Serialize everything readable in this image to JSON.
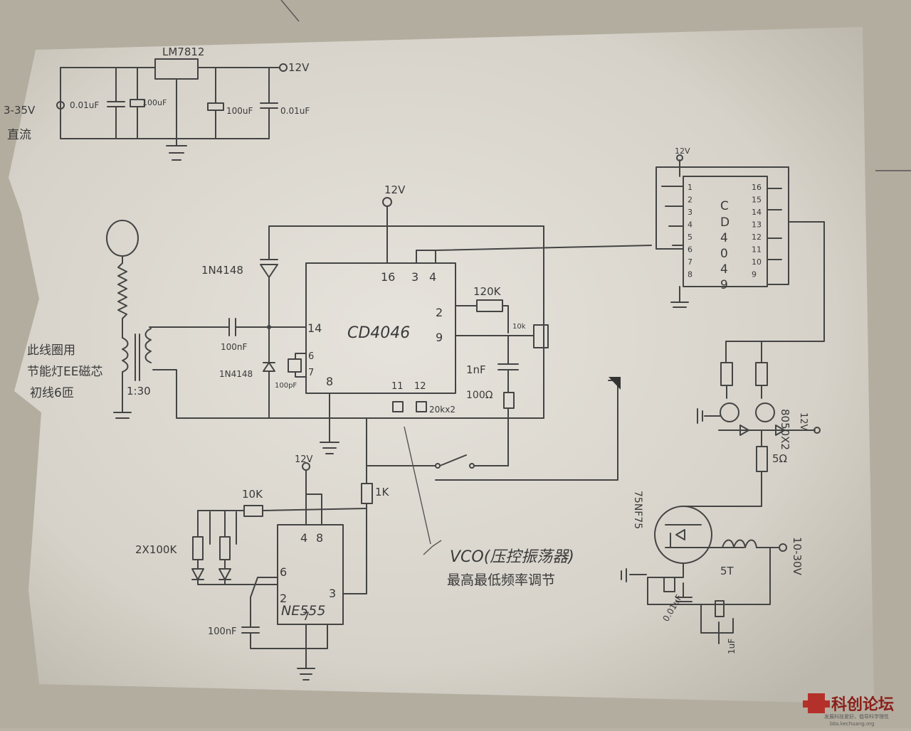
{
  "power": {
    "input_voltage": "3-35V",
    "input_type": "直流",
    "regulator": "LM7812",
    "c1": "0.01uF",
    "c2": "100uF",
    "c3": "100uF",
    "c4": "0.01uF",
    "out": "12V"
  },
  "pll": {
    "chip": "CD4046",
    "vcc": "12V",
    "pins": {
      "p16": "16",
      "p3": "3",
      "p4": "4",
      "p2": "2",
      "p14": "14",
      "p9": "9",
      "p6": "6",
      "p7": "7",
      "p8": "8",
      "p11": "11",
      "p12": "12"
    },
    "d1": "1N4148",
    "d2": "1N4148",
    "c_in": "100nF",
    "c_vco": "100pF",
    "r_120k": "120K",
    "pot": "10k",
    "c_1nf": "1nF",
    "r_100": "100Ω",
    "pots_vco": "20kx2"
  },
  "coil": {
    "line1": "此线圈用",
    "line2": "节能灯EE磁芯",
    "line3": "初线6匝",
    "ratio": "1:30"
  },
  "timer": {
    "chip": "NE555",
    "vcc": "12V",
    "pins": {
      "p4": "4",
      "p8": "8",
      "p6": "6",
      "p2": "2",
      "p7": "7",
      "p3": "3"
    },
    "r_10k": "10K",
    "r_1k": "1K",
    "pots": "2X100K",
    "cap": "100nF"
  },
  "divider": {
    "chip": "CD4049",
    "vcc": "12V",
    "left_pins": [
      "1",
      "2",
      "3",
      "4",
      "5",
      "6",
      "7",
      "8"
    ],
    "right_pins": [
      "16",
      "15",
      "14",
      "13",
      "12",
      "11",
      "10",
      "9"
    ]
  },
  "driver": {
    "transistors": "8050X2",
    "vcc": "12V",
    "r_gate": "5Ω",
    "mosfet": "75NF75",
    "coil_turns": "5T",
    "vin": "10-30V",
    "c_a": "0.01uF",
    "c_b": "1uF"
  },
  "note": {
    "line1": "VCO(压控振荡器)",
    "line2": "最高最低频率调节"
  },
  "watermark": {
    "name": "科创论坛",
    "slogan": "发展科技爱好、倡导科学理性",
    "url": "bbs.kechuang.org"
  }
}
